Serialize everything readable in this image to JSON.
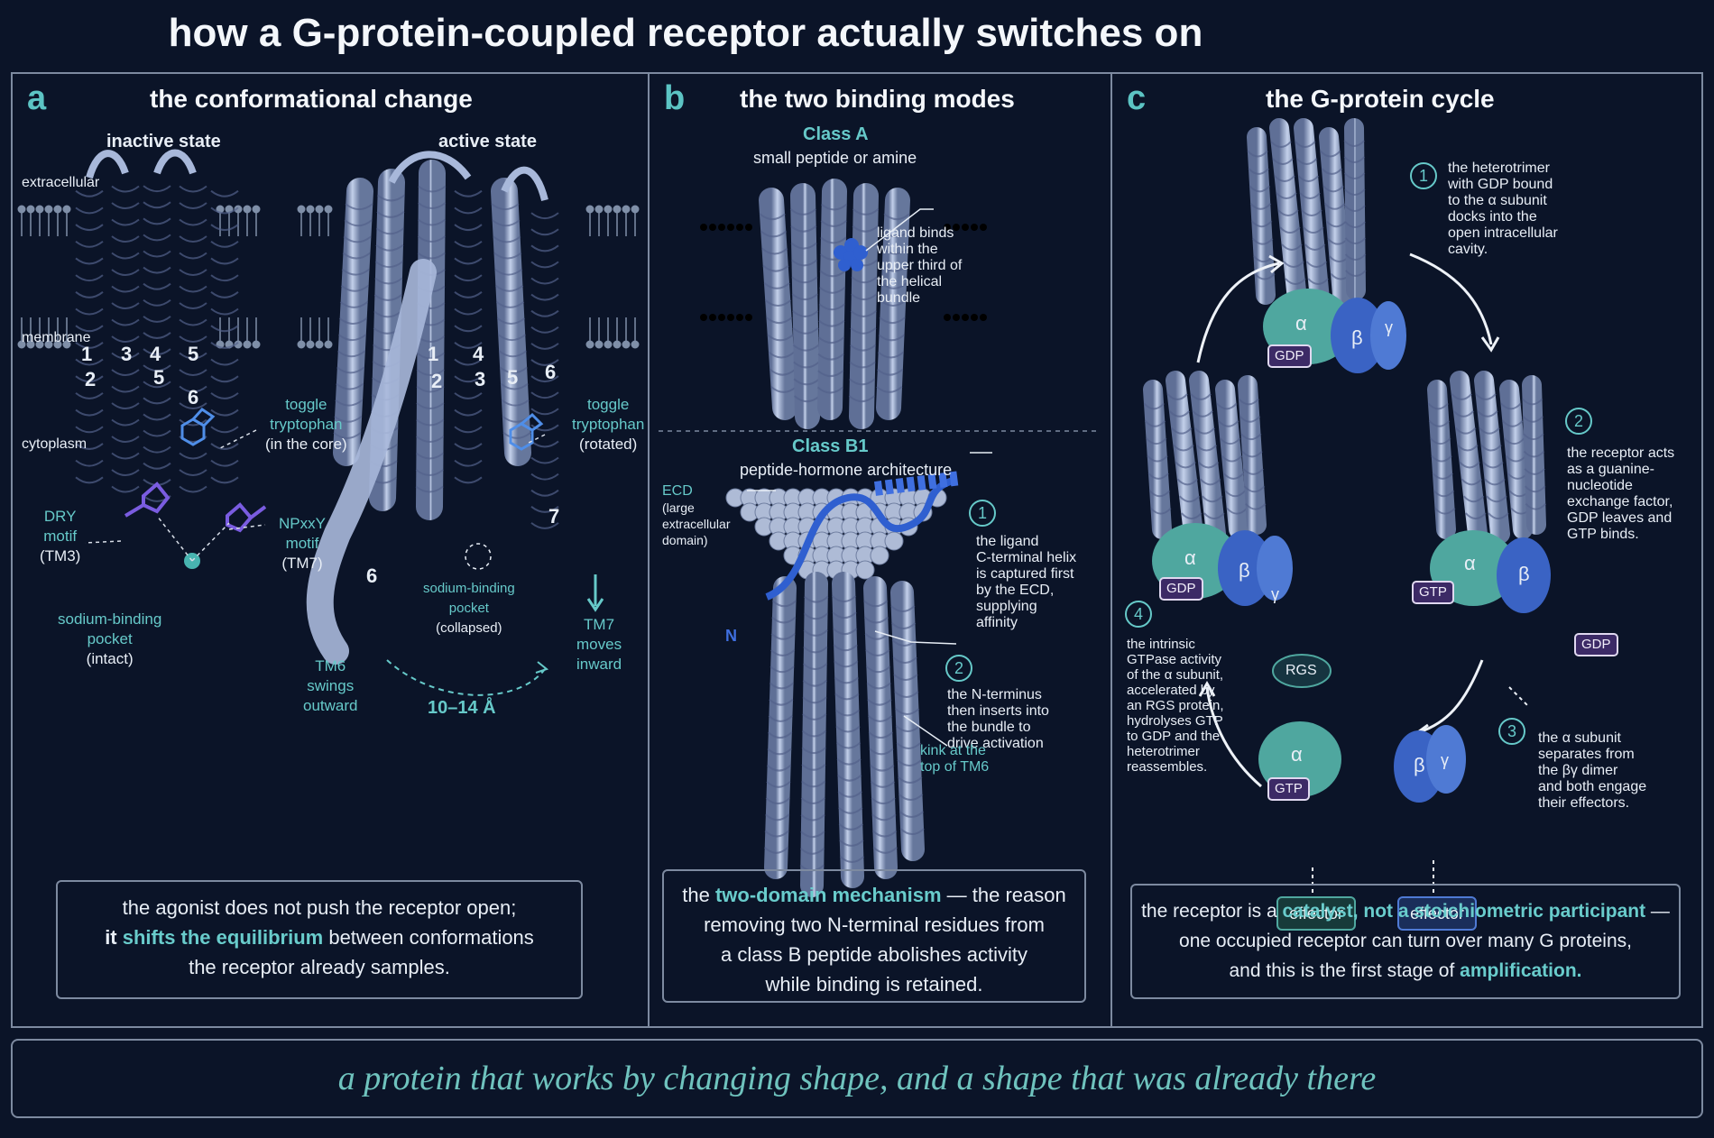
{
  "title": "how a G-protein-coupled receptor actually switches on",
  "panel_a": {
    "letter": "a",
    "heading": "the conformational change",
    "inactive_label": "inactive state",
    "active_label": "active state",
    "side_labels": {
      "extracellular": "extracellular",
      "membrane": "membrane",
      "cytoplasm": "cytoplasm"
    },
    "inactive_helix_numbers": [
      "1",
      "2",
      "3",
      "4",
      "5",
      "5",
      "6"
    ],
    "active_helix_numbers": [
      "1",
      "2",
      "4",
      "3",
      "5",
      "6",
      "7",
      "6"
    ],
    "toggle_inactive": [
      "toggle",
      "tryptophan",
      "(in the core)"
    ],
    "toggle_active": [
      "toggle",
      "tryptophan",
      "(rotated)"
    ],
    "dry": [
      "DRY",
      "motif",
      "(TM3)"
    ],
    "npxxy": [
      "NPxxY",
      "motif",
      "(TM7)"
    ],
    "sodium_intact": [
      "sodium-binding",
      "pocket",
      "(intact)"
    ],
    "sodium_collapsed": [
      "sodium-binding",
      "pocket",
      "(collapsed)"
    ],
    "tm6": [
      "TM6",
      "swings",
      "outward"
    ],
    "tm7": [
      "TM7",
      "moves",
      "inward"
    ],
    "distance": "10–14 Å",
    "conclusion": {
      "line1": "the agonist does not push the receptor open;",
      "line2_prefix": "it ",
      "line2_highlight": "shifts the equilibrium",
      "line2_suffix": " between conformations",
      "line3": "the receptor already samples."
    }
  },
  "panel_b": {
    "letter": "b",
    "heading": "the two binding modes",
    "class_a_title": "Class A",
    "class_a_subtitle": "small peptide or amine",
    "class_a_note": [
      "ligand binds",
      "within the",
      "upper third of",
      "the helical",
      "bundle"
    ],
    "class_b_title": "Class B1",
    "class_b_subtitle": "peptide-hormone architecture",
    "ecd": [
      "ECD",
      "(large",
      "extracellular",
      "domain)"
    ],
    "n_label": "N",
    "step1_num": "1",
    "step1": [
      "the ligand",
      "C-terminal helix",
      "is captured first",
      "by the ECD,",
      "supplying",
      "affinity"
    ],
    "step2_num": "2",
    "step2": [
      "the N-terminus",
      "then inserts into",
      "the bundle to",
      "drive activation"
    ],
    "kink": [
      "kink at the",
      "top of TM6"
    ],
    "conclusion": {
      "line1_prefix": "the ",
      "line1_highlight": "two-domain mechanism",
      "line1_suffix": " — the reason",
      "line2": "removing two N-terminal residues from",
      "line3": "a class B peptide abolishes activity",
      "line4": "while binding is retained."
    }
  },
  "panel_c": {
    "letter": "c",
    "heading": "the G-protein cycle",
    "step1_num": "1",
    "step1": [
      "the heterotrimer",
      "with GDP bound",
      "to the α subunit",
      "docks into the",
      "open intracellular",
      "cavity."
    ],
    "step2_num": "2",
    "step2": [
      "the receptor acts",
      "as a guanine-",
      "nucleotide",
      "exchange factor,",
      "GDP leaves and",
      "GTP binds."
    ],
    "step3_num": "3",
    "step3": [
      "the α subunit",
      "separates from",
      "the βγ dimer",
      "and both engage",
      "their effectors."
    ],
    "step4_num": "4",
    "step4": [
      "the intrinsic",
      "GTPase activity",
      "of the α subunit,",
      "accelerated by",
      "an RGS protein,",
      "hydrolyses GTP",
      "to GDP and the",
      "heterotrimer",
      "reassembles."
    ],
    "subunits": {
      "alpha": "α",
      "beta": "β",
      "gamma": "γ"
    },
    "gdp": "GDP",
    "gtp": "GTP",
    "rgs": "RGS",
    "effector": "effector",
    "conclusion": {
      "line1_prefix": "the receptor is a ",
      "line1_highlight": "catalyst, not a stoichiometric participant",
      "line1_suffix": " —",
      "line2": "one occupied receptor can turn over many G proteins,",
      "line3_prefix": "and this is the first stage of ",
      "line3_highlight": "amplification."
    }
  },
  "caption": "a protein that works by changing shape, and a shape that was already there",
  "colors": {
    "background": "#0b1428",
    "helix": "#9fb0d4",
    "teal": "#5cc4c4",
    "blue_ligand": "#2f5fd0",
    "alpha_subunit": "#4fa79f",
    "beta_subunit": "#3a63c4",
    "gdp_tag": "#3c2a66"
  }
}
